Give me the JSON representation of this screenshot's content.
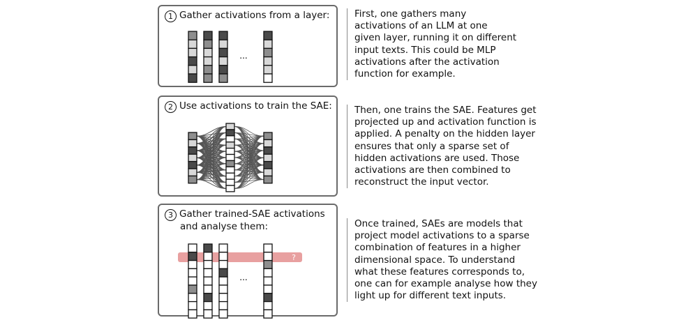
{
  "steps": [
    {
      "number": "1",
      "title_lines": [
        "Gather activations from a layer:"
      ],
      "ellipsis": "...",
      "description_lines": [
        "First, one gathers many",
        "activations of an LLM at one",
        "given layer, running it on different",
        "input texts. This could be MLP",
        "activations after the activation",
        "function for example."
      ]
    },
    {
      "number": "2",
      "title_lines": [
        "Use activations to train the SAE:"
      ],
      "description_lines": [
        "Then, one trains the SAE. Features get",
        "projected up and activation function is",
        "applied. A penalty on the hidden layer",
        "ensures that only a sparse set of",
        "hidden activations are used. Those",
        "activations are then combined to",
        "reconstruct the input vector."
      ]
    },
    {
      "number": "3",
      "title_lines": [
        "Gather trained-SAE activations",
        "and analyse them:"
      ],
      "ellipsis": "...",
      "highlight_label": "?",
      "description_lines": [
        "Once trained, SAEs are models that",
        "project model activations to a sparse",
        "combination of features in a higher",
        "dimensional space. To understand",
        "what these features corresponds to,",
        "one can for example analyse how they",
        "light up for different text inputs."
      ]
    }
  ],
  "colors": {
    "panel_border": "#6a6a6a",
    "cell_dark": "#4a4a4a",
    "cell_mid": "#8e8e8e",
    "cell_light": "#d8d8d8",
    "cell_white": "#ffffff",
    "highlight": "#e8a0a0",
    "connection": "#555555"
  },
  "cell_shades": {
    "panel1": [
      [
        "mid",
        "light",
        "light",
        "dark",
        "light",
        "dark"
      ],
      [
        "dark",
        "mid",
        "light",
        "light",
        "mid",
        "mid"
      ],
      [
        "dark",
        "light",
        "dark",
        "light",
        "dark",
        "mid"
      ],
      [
        "dark",
        "light",
        "mid",
        "light",
        "light",
        "white"
      ]
    ],
    "panel2_input": [
      "mid",
      "light",
      "dark",
      "light",
      "dark",
      "light",
      "mid"
    ],
    "panel2_hidden": [
      "light",
      "dark",
      "white",
      "light",
      "white",
      "white",
      "mid",
      "white",
      "white",
      "white",
      "white"
    ],
    "panel2_output": [
      "mid",
      "light",
      "dark",
      "light",
      "dark",
      "light",
      "mid"
    ],
    "panel3": [
      [
        "white",
        "dark",
        "white",
        "white",
        "white",
        "mid",
        "white",
        "white",
        "white"
      ],
      [
        "dark",
        "white",
        "white",
        "white",
        "white",
        "white",
        "dark",
        "white",
        "white"
      ],
      [
        "white",
        "white",
        "white",
        "dark",
        "white",
        "white",
        "white",
        "white",
        "white"
      ],
      [
        "white",
        "white",
        "mid",
        "white",
        "white",
        "white",
        "dark",
        "white",
        "white"
      ]
    ]
  }
}
